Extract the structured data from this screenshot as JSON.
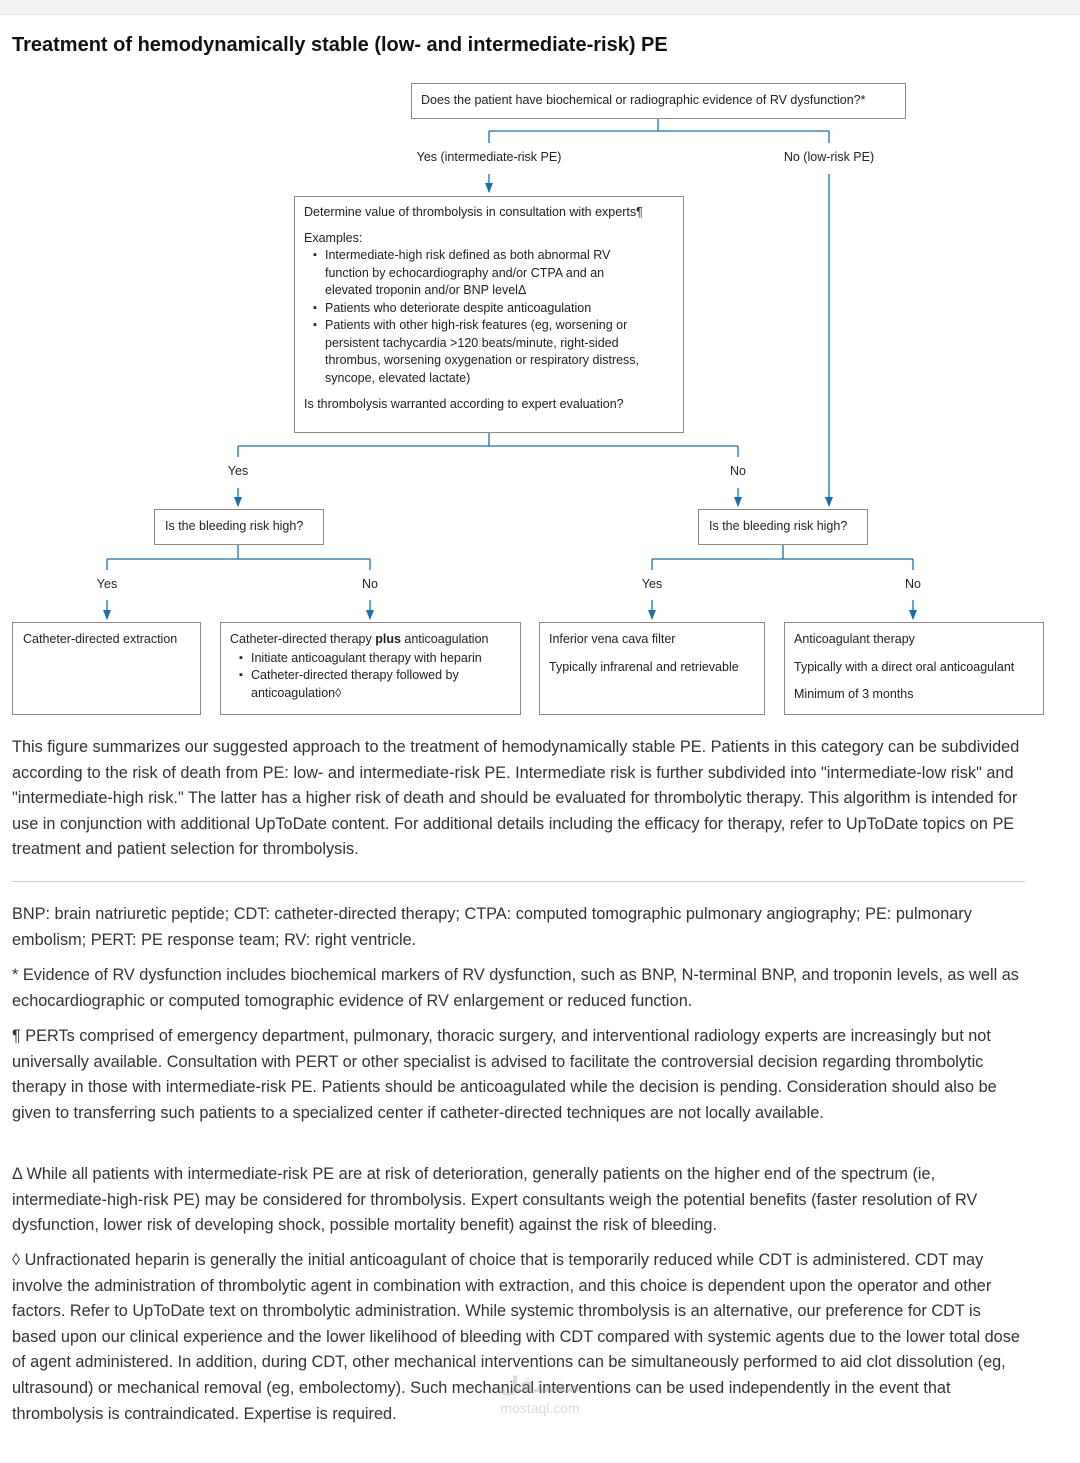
{
  "title": "Treatment of hemodynamically stable (low- and intermediate-risk) PE",
  "diagram": {
    "q1": "Does the patient have biochemical or radiographic evidence of RV dysfunction?*",
    "yes_intermediate": "Yes (intermediate-risk PE)",
    "no_low": "No (low-risk PE)",
    "consult": {
      "heading": "Determine value of thrombolysis in consultation with experts¶",
      "examples_label": "Examples:",
      "bullets": [
        "Intermediate-high risk defined as both abnormal RV function by echocardiography and/or CTPA and an elevated troponin and/or BNP levelΔ",
        "Patients who deteriorate despite anticoagulation",
        "Patients with other high-risk features (eg, worsening or persistent tachycardia >120 beats/minute, right-sided thrombus, worsening oxygenation or respiratory distress, syncope, elevated lactate)"
      ],
      "question": "Is thrombolysis warranted according to expert evaluation?"
    },
    "yes": "Yes",
    "no": "No",
    "bleeding_q": "Is the bleeding risk high?",
    "outcome1": "Catheter-directed extraction",
    "outcome2": {
      "pre": "Catheter-directed therapy ",
      "bold": "plus",
      "post": " anticoagulation",
      "bullets": [
        "Initiate anticoagulant therapy with heparin",
        "Catheter-directed therapy followed by anticoagulation◊"
      ]
    },
    "outcome3": {
      "line1": "Inferior vena cava filter",
      "line2": "Typically infrarenal and retrievable"
    },
    "outcome4": {
      "line1": "Anticoagulant therapy",
      "line2": "Typically with a direct oral anticoagulant",
      "line3": "Minimum of 3 months"
    }
  },
  "summary": "This figure summarizes our suggested approach to the treatment of hemodynamically stable PE. Patients in this category can be subdivided according to the risk of death from PE: low- and intermediate-risk PE. Intermediate risk is further subdivided into \"intermediate-low risk\" and \"intermediate-high risk.\" The latter has a higher risk of death and should be evaluated for thrombolytic therapy. This algorithm is intended for use in conjunction with additional UpToDate content. For additional details including the efficacy for therapy, refer to UpToDate topics on PE treatment and patient selection for thrombolysis.",
  "footnotes": {
    "abbreviations": "BNP: brain natriuretic peptide; CDT: catheter-directed therapy; CTPA: computed tomographic pulmonary angiography; PE: pulmonary embolism; PERT: PE response team; RV: right ventricle.",
    "star": "* Evidence of RV dysfunction includes biochemical markers of RV dysfunction, such as BNP, N-terminal BNP, and troponin levels, as well as echocardiographic or computed tomographic evidence of RV enlargement or reduced function.",
    "pilcrow": "¶ PERTs comprised of emergency department, pulmonary, thoracic surgery, and interventional radiology experts are increasingly but not universally available. Consultation with PERT or other specialist is advised to facilitate the controversial decision regarding thrombolytic therapy in those with intermediate-risk PE. Patients should be anticoagulated while the decision is pending. Consideration should also be given to transferring such patients to a specialized center if catheter-directed techniques are not locally available.",
    "delta": "Δ While all patients with intermediate-risk PE are at risk of deterioration, generally patients on the higher end of the spectrum (ie, intermediate-high-risk PE) may be considered for thrombolysis. Expert consultants weigh the potential benefits (faster resolution of RV dysfunction, lower risk of developing shock, possible mortality benefit) against the risk of bleeding.",
    "diamond": "◊ Unfractionated heparin is generally the initial anticoagulant of choice that is temporarily reduced while CDT is administered. CDT may involve the administration of thrombolytic agent in combination with extraction, and this choice is dependent upon the operator and other factors. Refer to UpToDate text on thrombolytic administration. While systemic thrombolysis is an alternative, our preference for CDT is based upon our clinical experience and the lower likelihood of bleeding with CDT compared with systemic agents due to the lower total dose of agent administered. In addition, during CDT, other mechanical interventions can be simultaneously performed to aid clot dissolution (eg, ultrasound) or mechanical removal (eg, embolectomy). Such mechanical interventions can be used independently in the event that thrombolysis is contraindicated. Expertise is required."
  },
  "watermark": {
    "text": "مستقل",
    "sub": "mostaql.com"
  },
  "colors": {
    "connector": "#1a6fa8",
    "box_border": "#8a8a8a"
  }
}
